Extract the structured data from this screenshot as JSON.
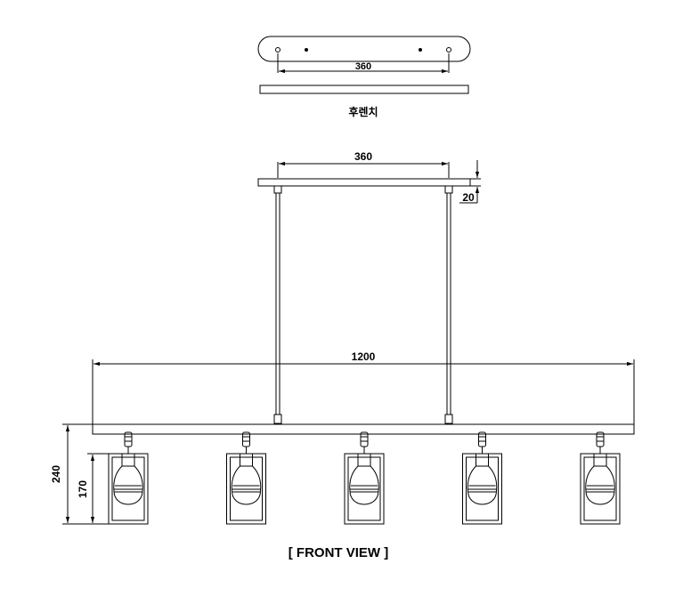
{
  "top_view": {
    "dim_width": "360",
    "caption": "후렌치"
  },
  "front_view": {
    "dim_canopy_width": "360",
    "dim_canopy_thickness": "20",
    "dim_bar_length": "1200",
    "dim_total_height": "240",
    "dim_lamp_height": "170",
    "lamp_count": 5,
    "caption": "[ FRONT VIEW ]"
  }
}
